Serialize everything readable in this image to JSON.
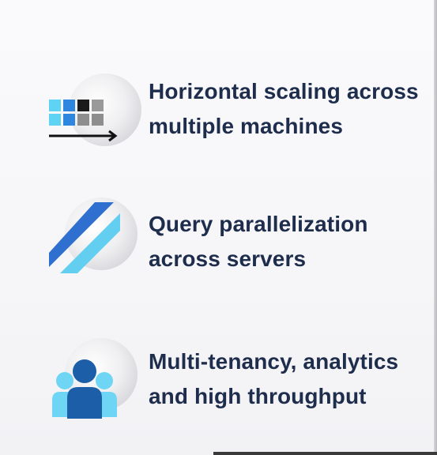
{
  "features": [
    {
      "icon": "grid-scaling-icon",
      "line1": "Horizontal scaling across",
      "line2": "multiple machines"
    },
    {
      "icon": "parallel-stripes-icon",
      "line1": "Query parallelization",
      "line2": "across servers"
    },
    {
      "icon": "users-group-icon",
      "line1": "Multi-tenancy, analytics",
      "line2": "and high throughput"
    }
  ],
  "colors": {
    "text": "#1f2d4d",
    "light_blue": "#5ed3f3",
    "mid_blue": "#2f86de",
    "dark_blue": "#1c5fa8",
    "black": "#1a1a1a",
    "gray": "#8e8e8e"
  }
}
